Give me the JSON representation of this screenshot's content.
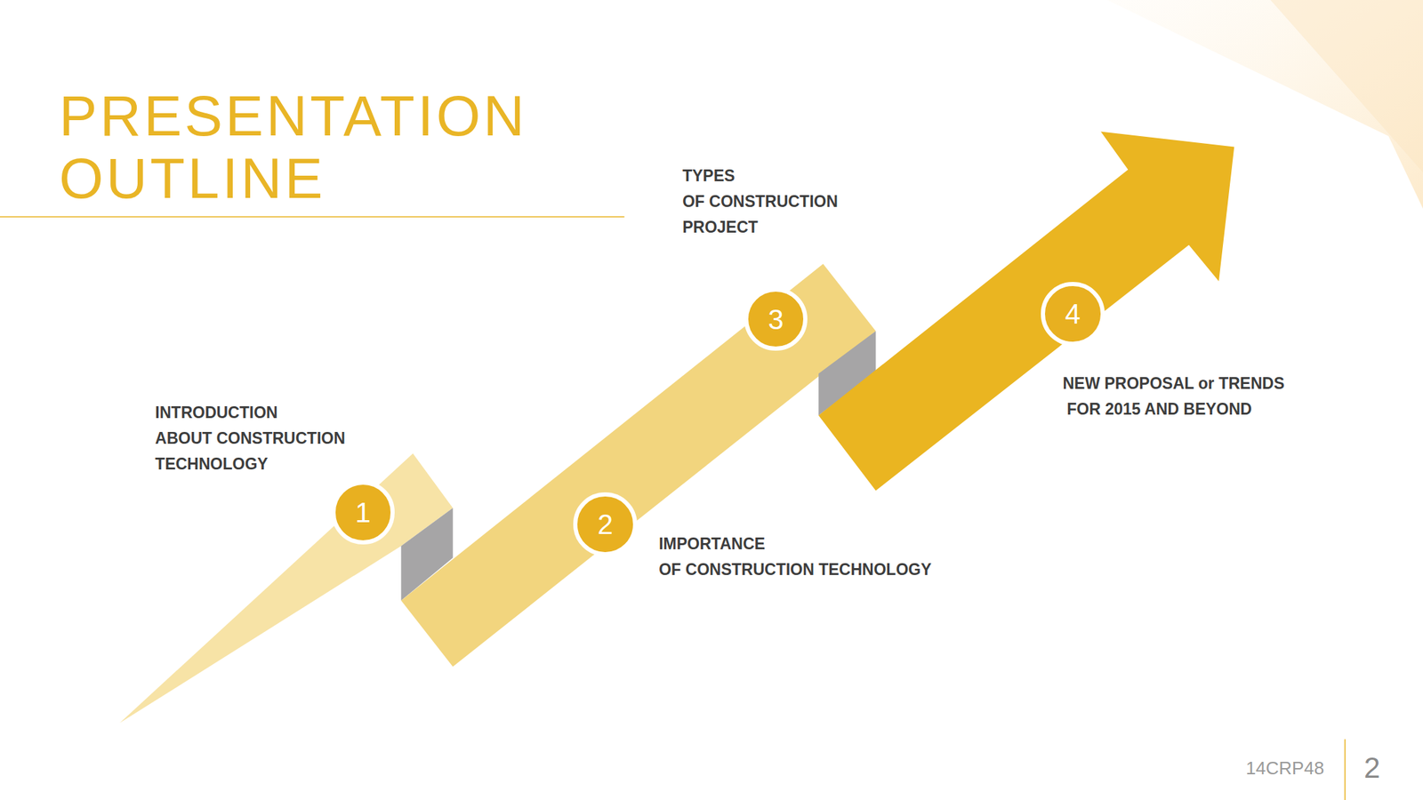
{
  "diagram": {
    "title": "PRESENTATION OUTLINE",
    "nodes": [
      {
        "text": [
          "1"
        ]
      },
      {
        "text": [
          "2"
        ]
      },
      {
        "text": [
          "3"
        ]
      },
      {
        "text": [
          "4"
        ]
      }
    ],
    "labels": [
      "INTRODUCTION ABOUT CONSTRUCTION TECHNOLOGY",
      "IMPORTANCE OF CONSTRUCTION TECHNOLOGY",
      "TYPES OF CONSTRUCTION PROJECT",
      "NEW PROPOSAL or TRENDS FOR 2015 AND BEYOND",
      "14CRP48",
      "2"
    ]
  }
}
